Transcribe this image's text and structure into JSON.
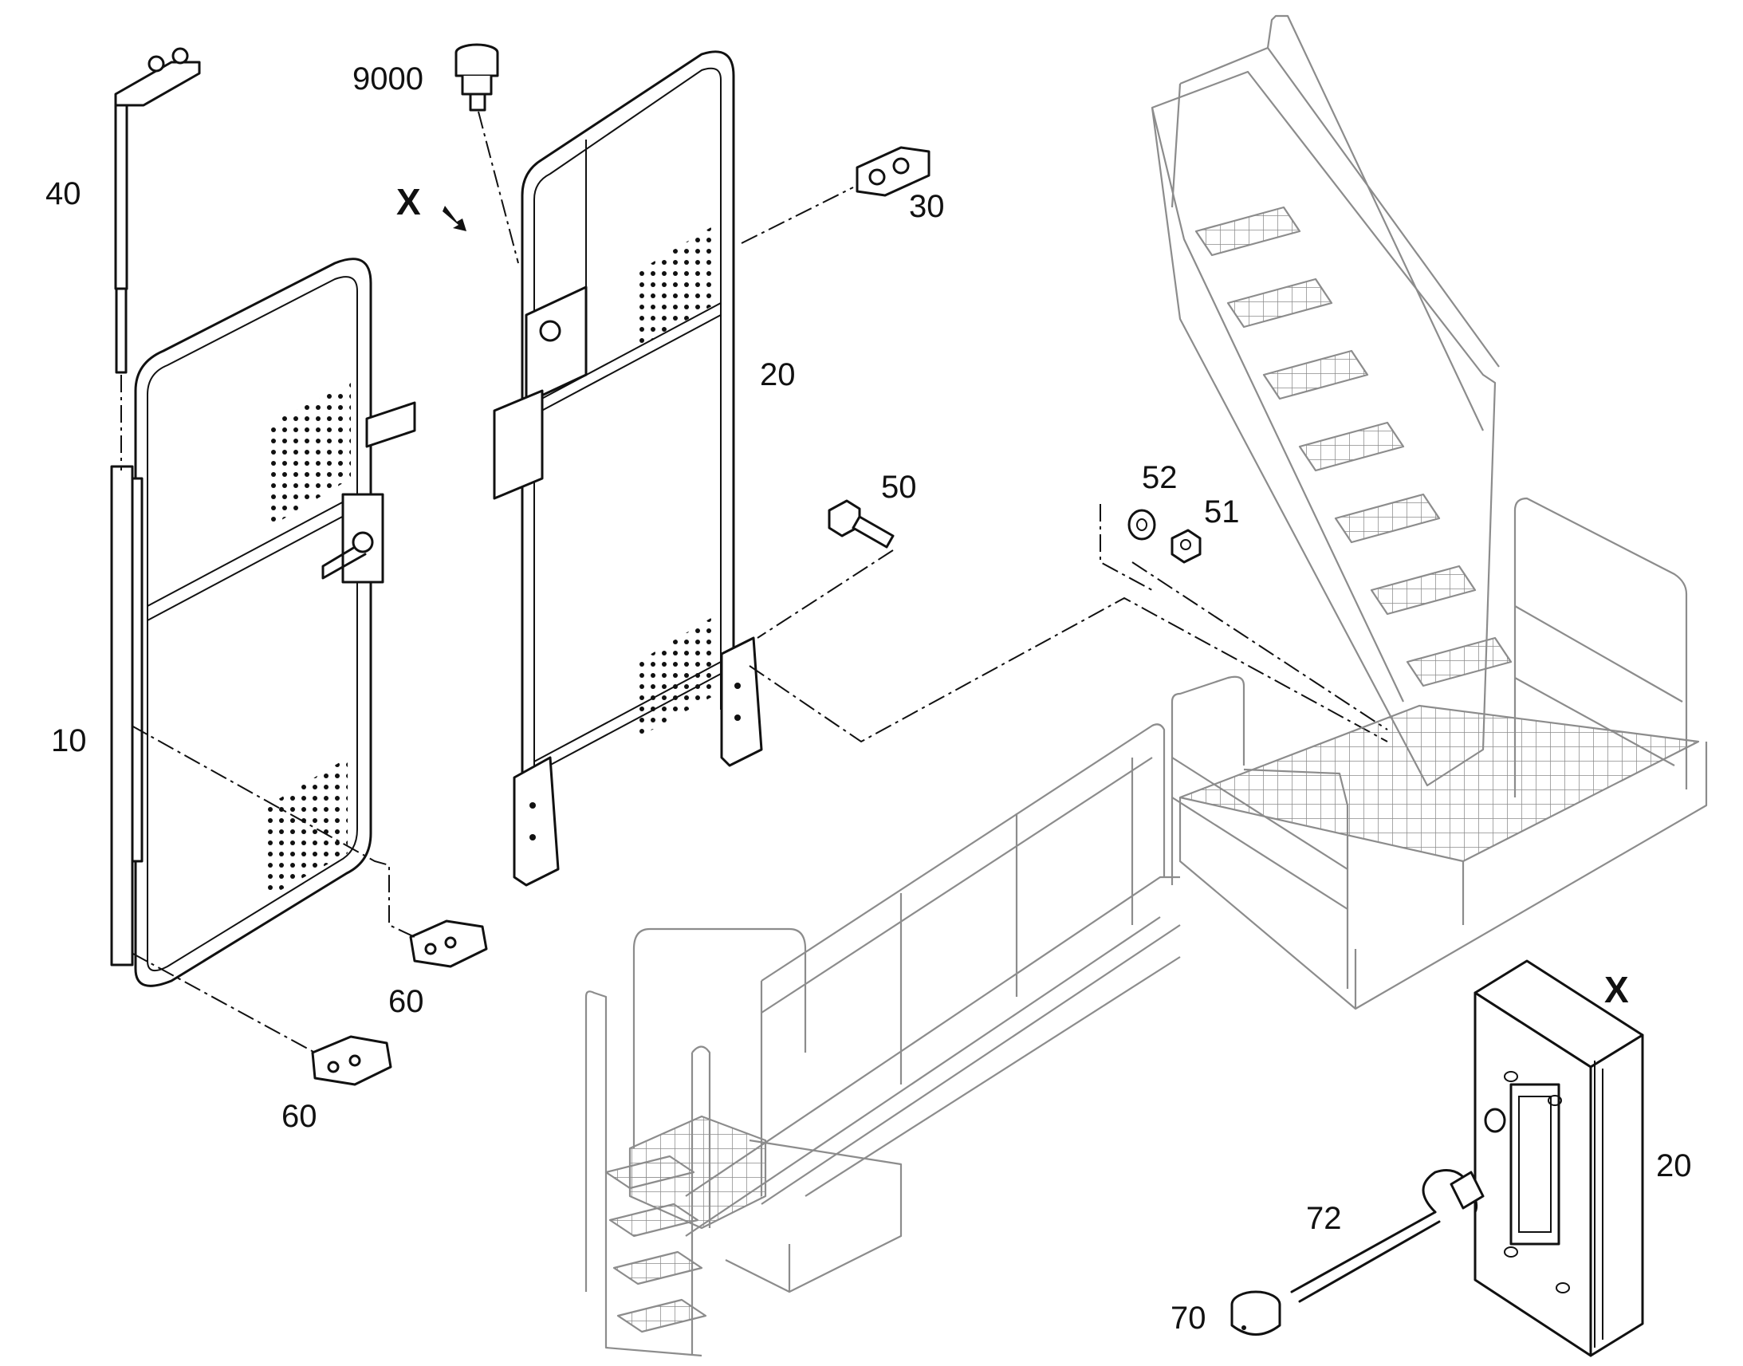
{
  "callouts": {
    "c9000": "9000",
    "c40": "40",
    "cx_view": "X",
    "c30": "30",
    "c20_top": "20",
    "c50": "50",
    "c52": "52",
    "c51": "51",
    "c10": "10",
    "c60_a": "60",
    "c60_b": "60",
    "cx_detail": "X",
    "c20_detail": "20",
    "c72": "72",
    "c70": "70"
  }
}
